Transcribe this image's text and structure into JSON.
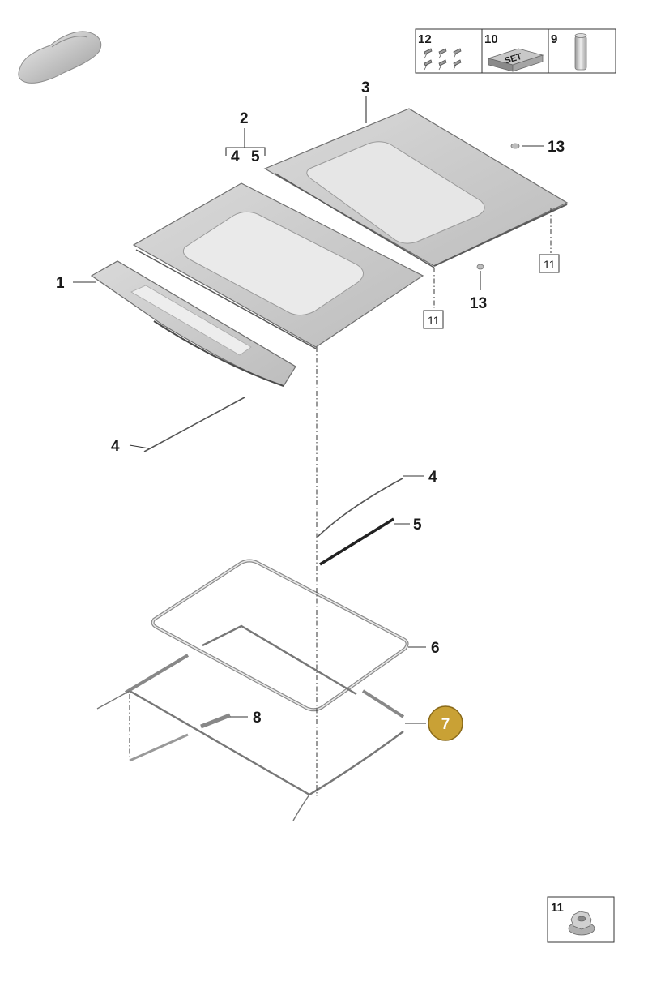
{
  "thumbnail_icon": "car-thumbnail-icon",
  "kit_boxes": [
    {
      "number": "12",
      "icon": "screws-icon"
    },
    {
      "number": "10",
      "icon": "set-box-icon",
      "text": "SET"
    },
    {
      "number": "9",
      "icon": "cylinder-container-icon"
    }
  ],
  "labels": {
    "p1": "1",
    "p2": "2",
    "p2_sub4": "4",
    "p2_sub5": "5",
    "p3": "3",
    "p4_left": "4",
    "p4_right": "4",
    "p5": "5",
    "p6": "6",
    "p7": "7",
    "p8": "8",
    "p11_a": "11",
    "p11_b": "11",
    "p13_a": "13",
    "p13_b": "13"
  },
  "nut_box": {
    "number": "11",
    "icon": "hex-nut-icon"
  },
  "colors": {
    "highlight": "#c9a135",
    "highlight_border": "#8a6a1a",
    "panel": "#d3d3d3",
    "glass": "#ececec"
  }
}
